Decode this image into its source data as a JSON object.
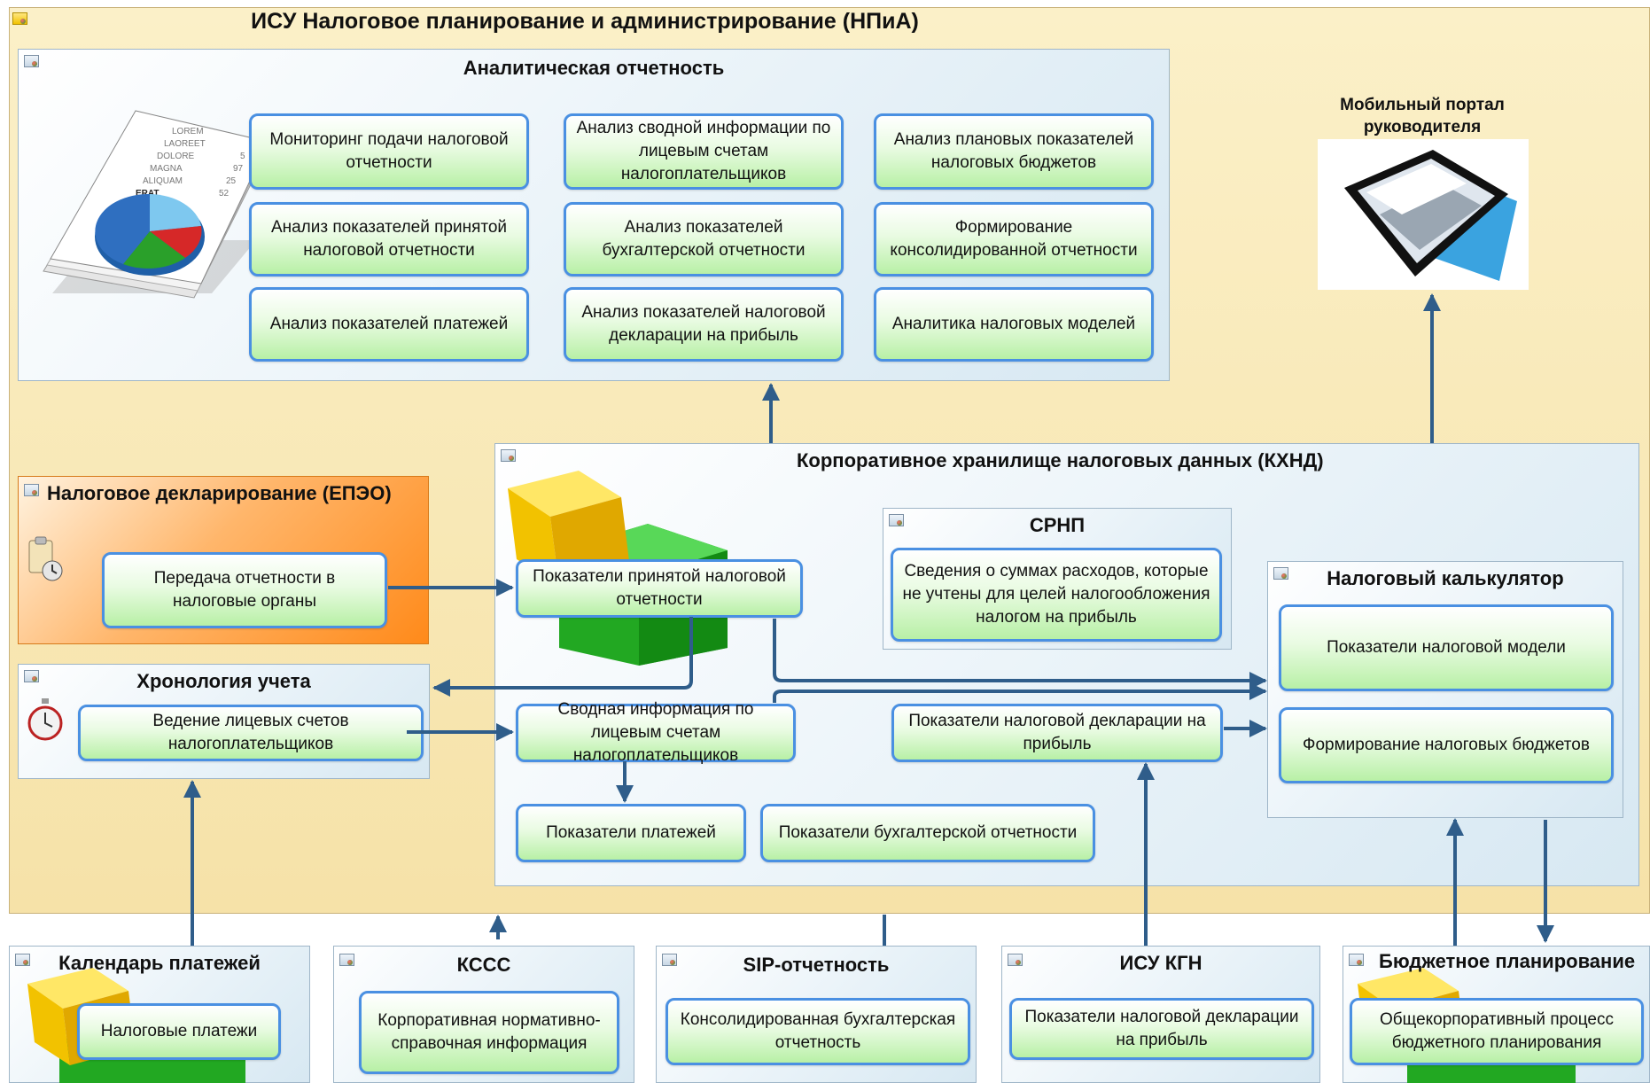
{
  "title": "ИСУ Налоговое планирование и администрирование (НПиА)",
  "analytics": {
    "title": "Аналитическая отчетность",
    "boxes": [
      "Мониторинг подачи налоговой отчетности",
      "Анализ сводной информации по лицевым счетам налогоплательщиков",
      "Анализ плановых показателей налоговых бюджетов",
      "Анализ показателей принятой налоговой отчетности",
      "Анализ показателей бухгалтерской отчетности",
      "Формирование консолидированной отчетности",
      "Анализ показателей платежей",
      "Анализ показателей налоговой декларации на прибыль",
      "Аналитика налоговых моделей"
    ],
    "report_art_text": [
      "LOREM",
      "LAOREET",
      "DOLORE",
      "MAGNA",
      "ALIQUAM",
      "ERAT",
      "5",
      "97",
      "25",
      "52"
    ]
  },
  "mobile": {
    "title_line1": "Мобильный портал",
    "title_line2": "руководителя"
  },
  "epeo": {
    "title": "Налоговое декларирование (ЕПЭО)",
    "box": "Передача отчетности в налоговые органы"
  },
  "chron": {
    "title": "Хронология учета",
    "box": "Ведение лицевых счетов налогоплательщиков"
  },
  "khnd": {
    "title": "Корпоративное хранилище налоговых данных (КХНД)",
    "box_accepted": "Показатели принятой налоговой отчетности",
    "box_summary": "Сводная информация по лицевым счетам налогоплательщиков",
    "box_payments": "Показатели платежей",
    "box_accounting": "Показатели бухгалтерской отчетности",
    "box_declaration": "Показатели налоговой декларации на прибыль",
    "srnp": {
      "title": "СРНП",
      "box": "Сведения о суммах расходов, которые не учтены для целей налогообложения налогом на прибыль"
    },
    "calc": {
      "title": "Налоговый калькулятор",
      "box_model": "Показатели налоговой модели",
      "box_budgets": "Формирование налоговых бюджетов"
    }
  },
  "bottom": {
    "calendar": {
      "title": "Календарь платежей",
      "box": "Налоговые платежи"
    },
    "ksss": {
      "title": "КССС",
      "box": "Корпоративная нормативно-справочная информация"
    },
    "sip": {
      "title": "SIP-отчетность",
      "box": "Консолидированная бухгалтерская отчетность"
    },
    "kgn": {
      "title": "ИСУ КГН",
      "box": "Показатели налоговой декларации на прибыль"
    },
    "budget": {
      "title": "Бюджетное планирование",
      "box": "Общекорпоративный процесс бюджетного планирования"
    }
  },
  "colors": {
    "arrow": "#2f5d8a",
    "box_border": "#4a90e2",
    "box_fill": "#c9f3b8",
    "outer_bg": "#f8e8b6",
    "epeo_bg": "#ff9a33"
  }
}
